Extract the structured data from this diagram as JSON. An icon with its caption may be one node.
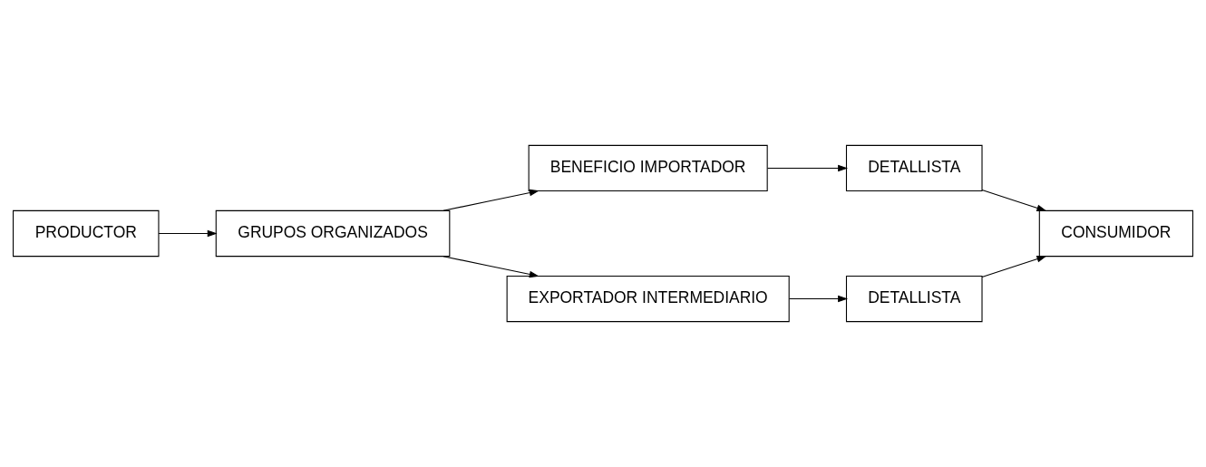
{
  "diagram": {
    "nodes": [
      {
        "text": [
          "BENEFICIO IMPORTADOR"
        ]
      },
      {
        "text": [
          "DETALLISTA"
        ]
      },
      {
        "text": [
          "PRODUCTOR"
        ]
      },
      {
        "text": [
          "GRUPOS ORGANIZADOS"
        ]
      },
      {
        "text": [
          "CONSUMIDOR"
        ]
      },
      {
        "text": [
          "EXPORTADOR INTERMEDIARIO"
        ]
      },
      {
        "text": [
          "DETALLISTA"
        ]
      }
    ],
    "edges": [
      {
        "from": 2,
        "to": 3,
        "arrow": "to"
      },
      {
        "from": 3,
        "to": 0,
        "arrow": "to"
      },
      {
        "from": 0,
        "to": 1,
        "arrow": "to"
      },
      {
        "from": 1,
        "to": 4,
        "arrow": "to"
      },
      {
        "from": 3,
        "to": 5,
        "arrow": "to"
      },
      {
        "from": 5,
        "to": 6,
        "arrow": "to"
      },
      {
        "from": 6,
        "to": 4,
        "arrow": "to"
      }
    ]
  }
}
